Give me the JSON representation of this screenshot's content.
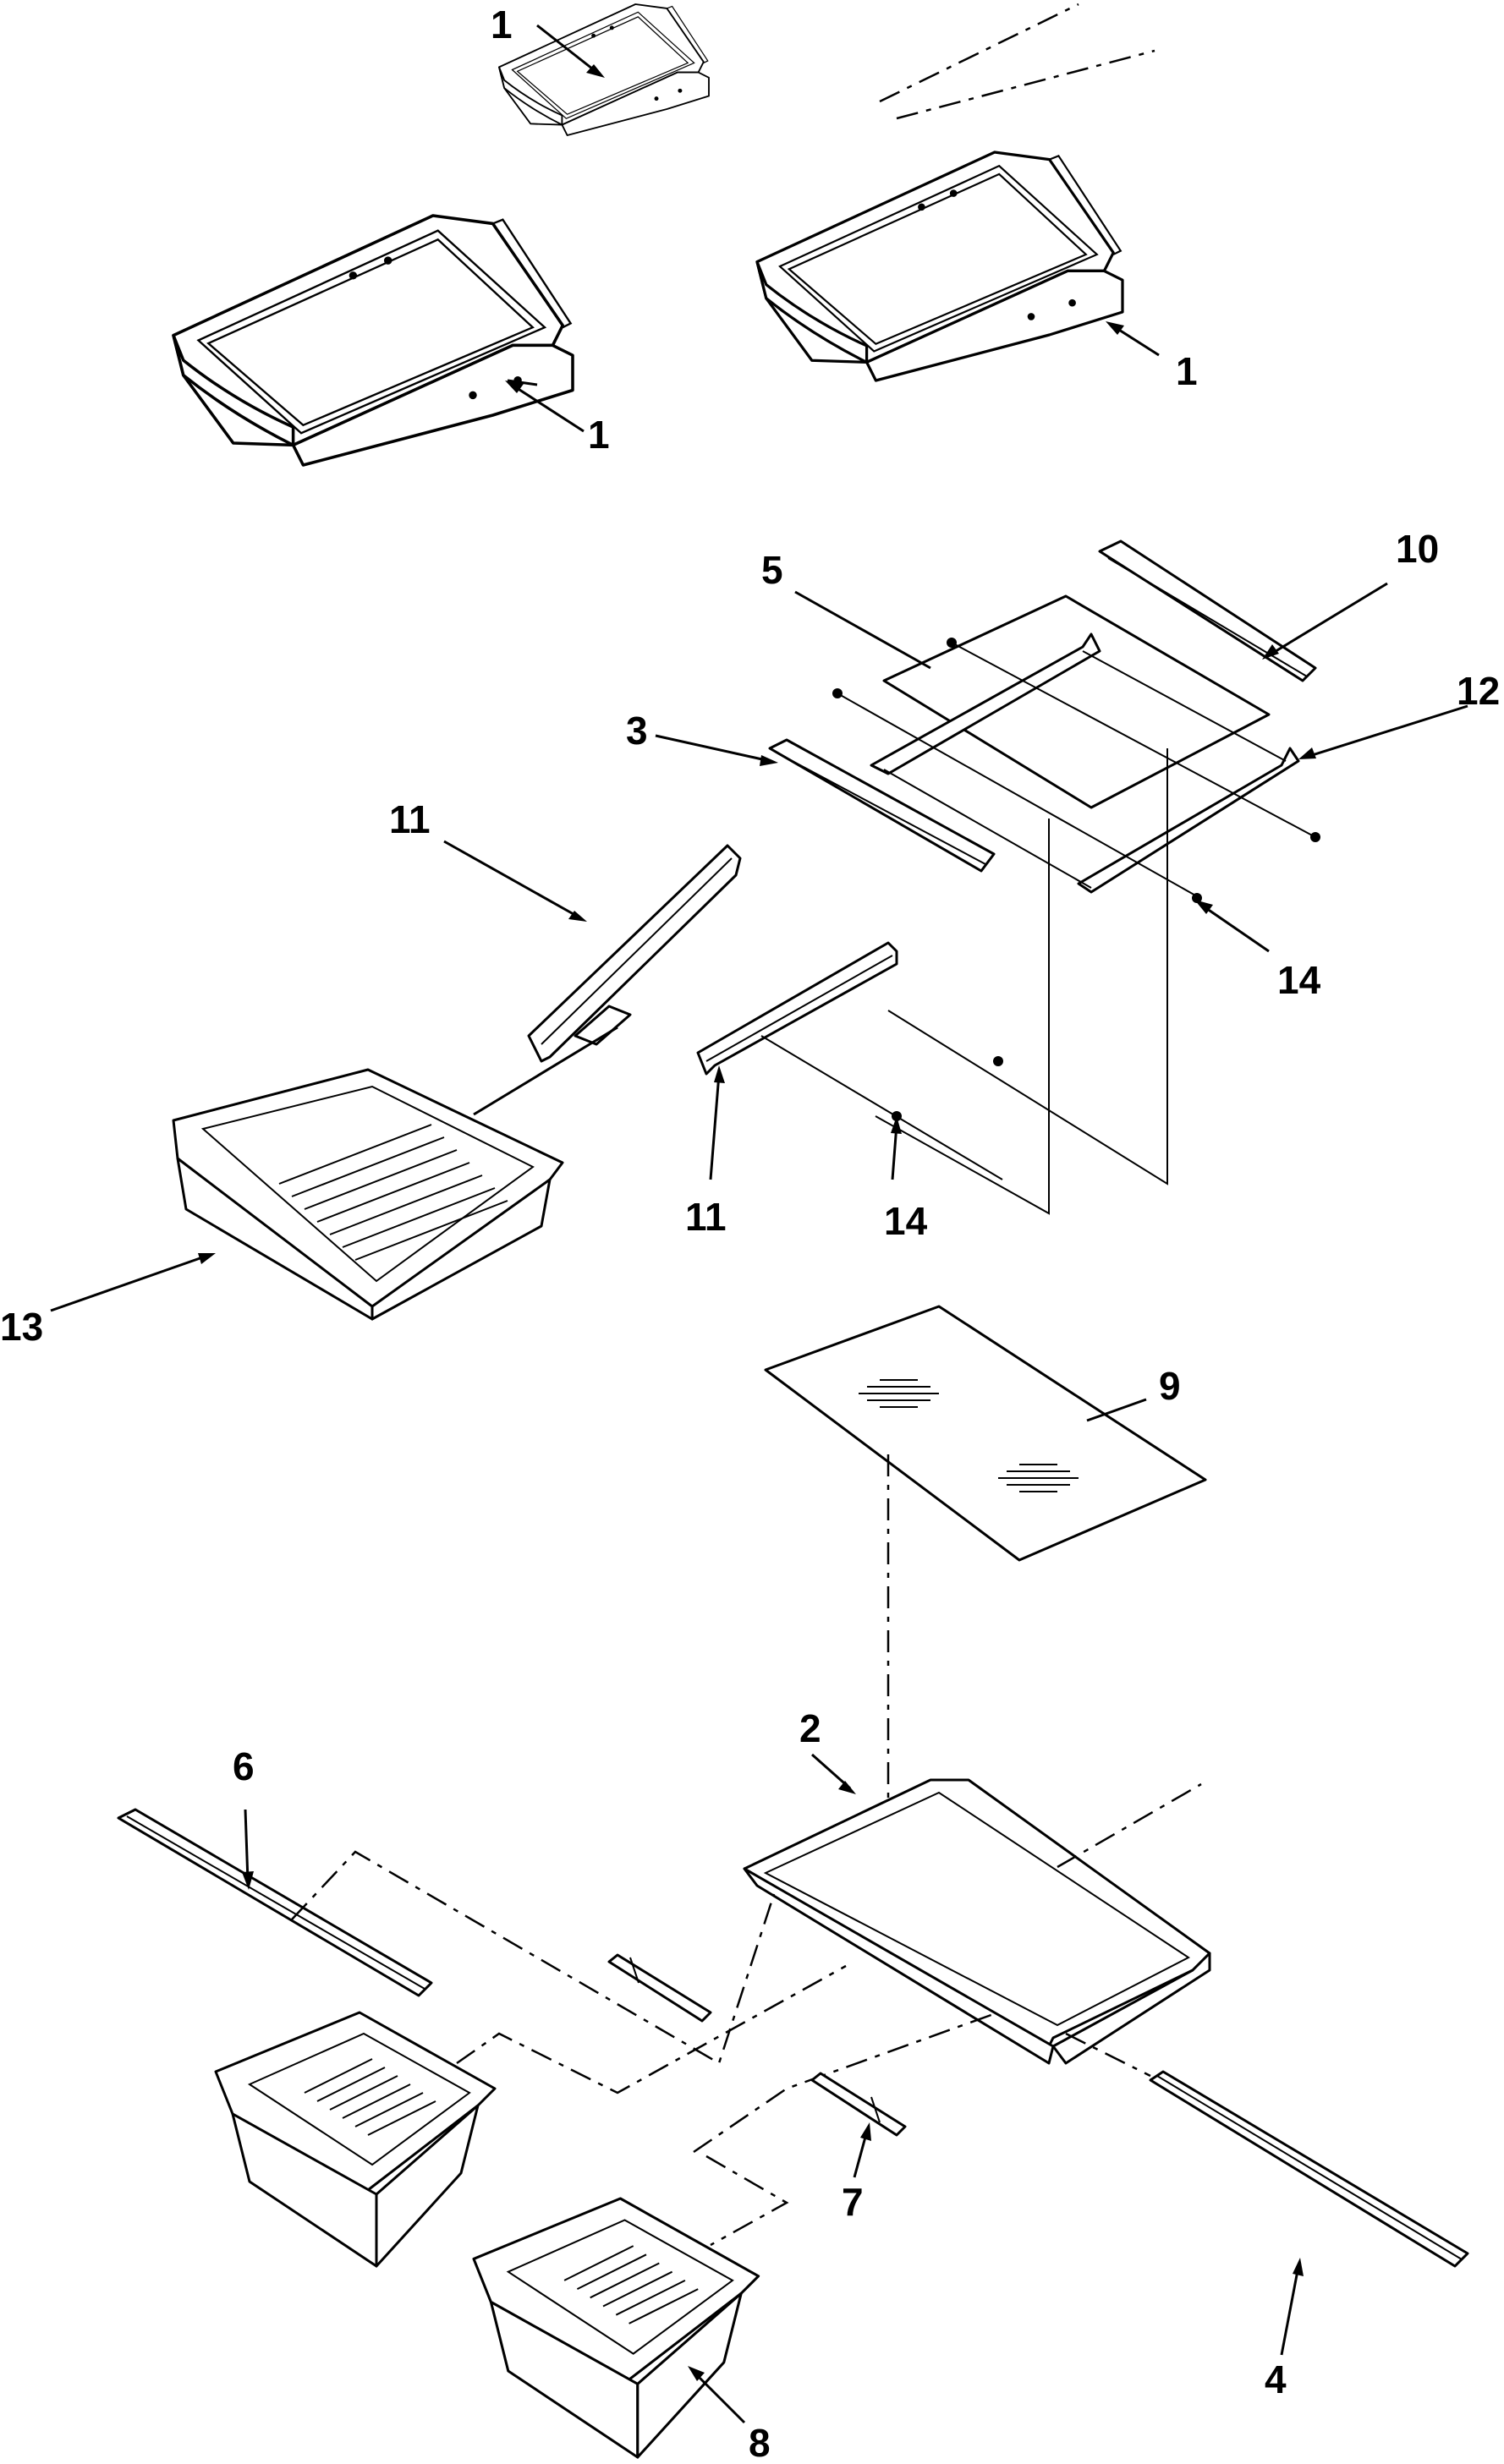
{
  "diagram": {
    "callouts": [
      {
        "id": "c1a",
        "label": "1"
      },
      {
        "id": "c1b",
        "label": "1"
      },
      {
        "id": "c1c",
        "label": "1"
      },
      {
        "id": "c10",
        "label": "10"
      },
      {
        "id": "c5",
        "label": "5"
      },
      {
        "id": "c12",
        "label": "12"
      },
      {
        "id": "c3",
        "label": "3"
      },
      {
        "id": "c11a",
        "label": "11"
      },
      {
        "id": "c14a",
        "label": "14"
      },
      {
        "id": "c11b",
        "label": "11"
      },
      {
        "id": "c14b",
        "label": "14"
      },
      {
        "id": "c13",
        "label": "13"
      },
      {
        "id": "c9",
        "label": "9"
      },
      {
        "id": "c2",
        "label": "2"
      },
      {
        "id": "c6",
        "label": "6"
      },
      {
        "id": "c7",
        "label": "7"
      },
      {
        "id": "c4",
        "label": "4"
      },
      {
        "id": "c8",
        "label": "8"
      }
    ]
  }
}
